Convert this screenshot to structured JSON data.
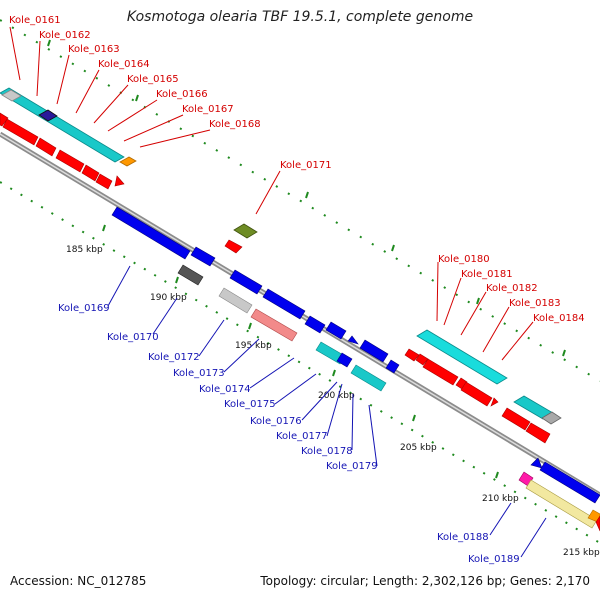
{
  "title": "Kosmotoga olearia TBF 19.5.1, complete genome",
  "footer": {
    "accession": "Accession: NC_012785",
    "topology": "Topology: circular; Length: 2,302,126 bp; Genes: 2,170"
  },
  "colors": {
    "forward_label": "#d40000",
    "reverse_label": "#1414b4",
    "backbone": "#8c8c8c",
    "tick": "#1f8a1f"
  },
  "ticks": [
    "185 kbp",
    "190 kbp",
    "195 kbp",
    "200 kbp",
    "205 kbp",
    "210 kbp",
    "215 kbp"
  ],
  "forward_genes": [
    "Kole_0161",
    "Kole_0162",
    "Kole_0163",
    "Kole_0164",
    "Kole_0165",
    "Kole_0166",
    "Kole_0167",
    "Kole_0168",
    "Kole_0171",
    "Kole_0180",
    "Kole_0181",
    "Kole_0182",
    "Kole_0183",
    "Kole_0184"
  ],
  "reverse_genes": [
    "Kole_0169",
    "Kole_0170",
    "Kole_0172",
    "Kole_0173",
    "Kole_0174",
    "Kole_0175",
    "Kole_0176",
    "Kole_0177",
    "Kole_0178",
    "Kole_0179",
    "Kole_0188",
    "Kole_0189"
  ]
}
